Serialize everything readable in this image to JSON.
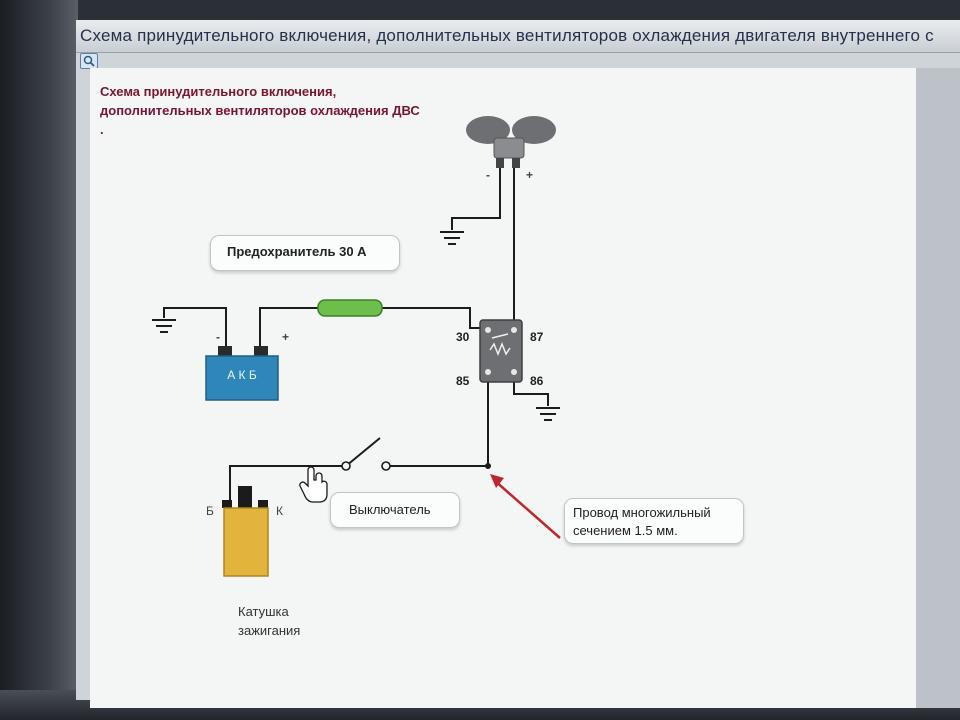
{
  "window": {
    "title": "Схема принудительного включения, дополнительных вентиляторов охлаждения двигателя внутреннего с"
  },
  "diagram": {
    "heading": "Схема принудительного включения, дополнительных вентиляторов охлаждения ДВС .",
    "fuse_label": "Предохранитель 30 А",
    "battery_label": "А К Б",
    "battery_minus": "-",
    "battery_plus": "+",
    "fan_minus": "-",
    "fan_plus": "+",
    "relay_pins": {
      "p30": "30",
      "p87": "87",
      "p85": "85",
      "p86": "86"
    },
    "switch_label": "Выключатель",
    "wire_note": "Провод многожильный сечением 1.5 мм.",
    "coil_label": "Катушка зажигания",
    "coil_b": "Б",
    "coil_k": "К"
  },
  "colors": {
    "heading": "#7a1430",
    "battery": "#2f86b8",
    "fuse": "#6cbf4a",
    "coil": "#e3b43c",
    "relay": "#6d6f72",
    "arrow": "#c0272d",
    "wire": "#1b1b1b"
  },
  "icons": [
    "fan-icon",
    "ground-icon",
    "relay-icon",
    "switch-icon",
    "hand-cursor-icon",
    "view-icon"
  ]
}
